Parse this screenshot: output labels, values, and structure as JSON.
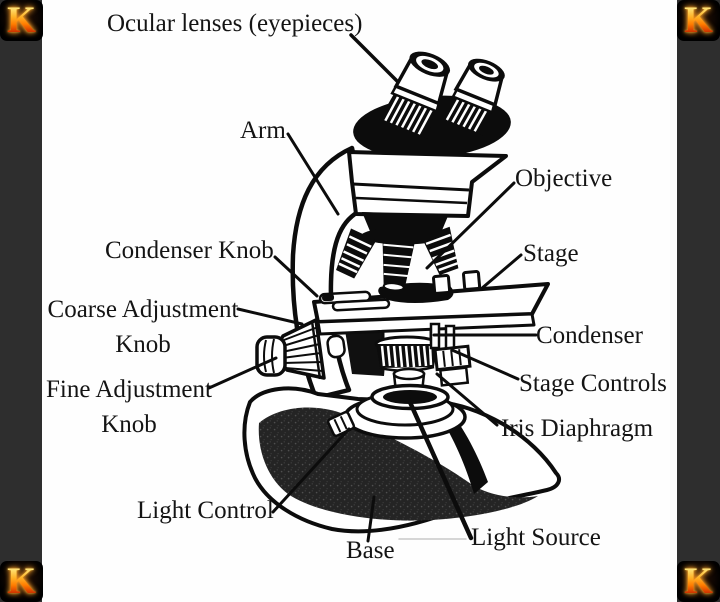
{
  "frame": {
    "brand_letter": "K",
    "bar_color": "#2e2e2e",
    "tile_color": "#000000",
    "flame_colors": [
      "#fffbd0",
      "#ffb227",
      "#ff7d00",
      "#7e1400"
    ]
  },
  "diagram": {
    "drawing": "microscope-line-art",
    "ink_color": "#0c0c0c",
    "paper_color": "#fefefe",
    "labels": [
      {
        "id": "ocular-lenses",
        "text": "Ocular lenses (eyepieces)"
      },
      {
        "id": "arm",
        "text": "Arm"
      },
      {
        "id": "condenser-knob",
        "text": "Condenser Knob"
      },
      {
        "id": "coarse-adjustment-knob",
        "line1": "Coarse Adjustment",
        "line2": "Knob"
      },
      {
        "id": "fine-adjustment-knob",
        "line1": "Fine Adjustment",
        "line2": "Knob"
      },
      {
        "id": "objective",
        "text": "Objective"
      },
      {
        "id": "stage",
        "text": "Stage"
      },
      {
        "id": "condenser",
        "text": "Condenser"
      },
      {
        "id": "stage-controls",
        "text": "Stage Controls"
      },
      {
        "id": "iris-diaphragm",
        "text": "Iris Diaphragm"
      },
      {
        "id": "light-control",
        "text": "Light Control"
      },
      {
        "id": "base",
        "text": "Base"
      },
      {
        "id": "light-source",
        "text": "Light Source"
      }
    ]
  }
}
